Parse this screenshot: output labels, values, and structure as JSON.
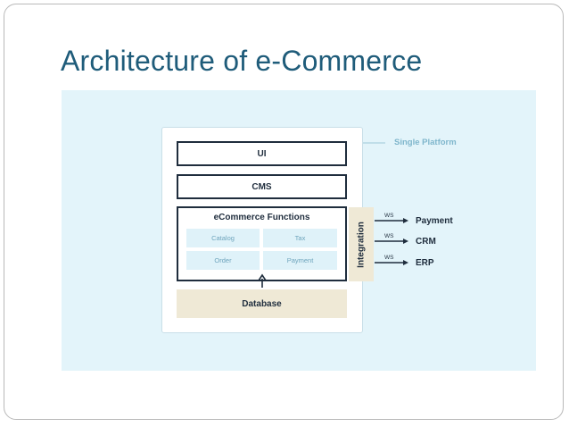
{
  "title": "Architecture of e-Commerce",
  "diagram": {
    "platform_label": "Single Platform",
    "layers": {
      "ui": "UI",
      "cms": "CMS",
      "ecommerce_title": "eCommerce Functions",
      "functions": [
        "Catalog",
        "Tax",
        "Order",
        "Payment"
      ],
      "database": "Database",
      "integration": "Integration"
    },
    "connections": [
      {
        "protocol": "WS",
        "target": "Payment"
      },
      {
        "protocol": "WS",
        "target": "CRM"
      },
      {
        "protocol": "WS",
        "target": "ERP"
      }
    ]
  },
  "colors": {
    "title": "#1f5c7a",
    "panel_background": "#e3f4fa",
    "accent_beige": "#efe9d6",
    "cell_background": "#dff2f9",
    "ink": "#1f2d3d",
    "platform_label": "#7fb6cc"
  }
}
